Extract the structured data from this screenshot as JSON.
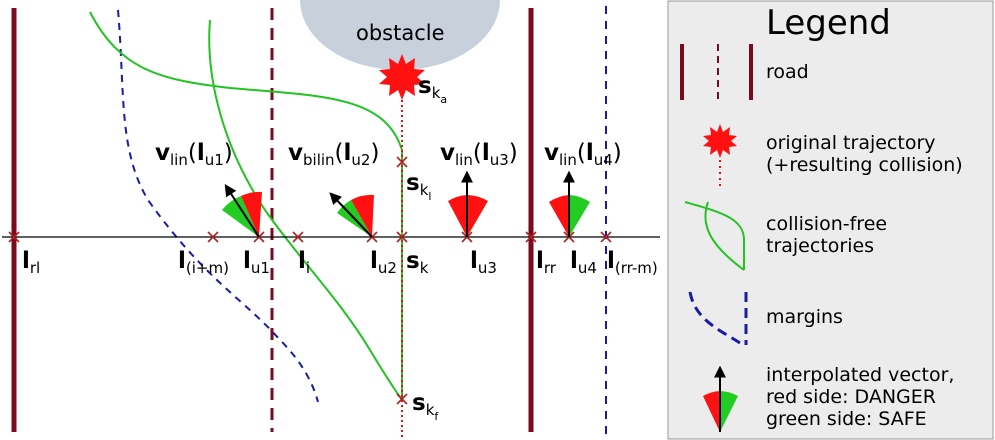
{
  "diagram": {
    "obstacle_label": "obstacle",
    "road_labels": {
      "left": "l",
      "left_sub": "rl",
      "right": "l",
      "right_sub": "rr"
    },
    "points": [
      {
        "id": "s_ka",
        "main": "s",
        "sub": "k",
        "subsub": "a"
      },
      {
        "id": "s_kl",
        "main": "s",
        "sub": "k",
        "subsub": "l"
      },
      {
        "id": "s_kf",
        "main": "s",
        "sub": "k",
        "subsub": "f"
      }
    ],
    "axis_labels": [
      {
        "id": "l_im",
        "main": "l",
        "sub": "(i+m)"
      },
      {
        "id": "l_u1",
        "main": "l",
        "sub": "u1"
      },
      {
        "id": "l_i",
        "main": "l",
        "sub": "i"
      },
      {
        "id": "l_u2",
        "main": "l",
        "sub": "u2"
      },
      {
        "id": "s_k",
        "main": "s",
        "sub": "k"
      },
      {
        "id": "l_u3",
        "main": "l",
        "sub": "u3"
      },
      {
        "id": "l_u4",
        "main": "l",
        "sub": "u4"
      },
      {
        "id": "l_rrm",
        "main": "l",
        "sub": "(rr-m)"
      }
    ],
    "vectors": [
      {
        "id": "v1",
        "v": "v",
        "vsub": "lin",
        "l": "l",
        "lsub": "u1"
      },
      {
        "id": "v2",
        "v": "v",
        "vsub": "bilin",
        "l": "l",
        "lsub": "u2"
      },
      {
        "id": "v3",
        "v": "v",
        "vsub": "lin",
        "l": "l",
        "lsub": "u3"
      },
      {
        "id": "v4",
        "v": "v",
        "vsub": "lin",
        "l": "l",
        "lsub": "u4"
      }
    ]
  },
  "legend": {
    "title": "Legend",
    "items": [
      {
        "id": "road",
        "lines": [
          "road"
        ]
      },
      {
        "id": "original",
        "lines": [
          "original trajectory",
          "(+resulting collision)"
        ]
      },
      {
        "id": "collision_free",
        "lines": [
          "collision-free",
          "trajectories"
        ]
      },
      {
        "id": "margins",
        "lines": [
          "margins"
        ]
      },
      {
        "id": "interpolated",
        "lines": [
          "interpolated vector,",
          "red side: DANGER",
          "green side: SAFE"
        ]
      }
    ]
  },
  "colors": {
    "road": "#7a0a1c",
    "margin": "#1a1aa8",
    "trajectory": "#22c322",
    "danger": "#ff1111",
    "safe": "#22cc22",
    "obstacle": "#c8d0dc",
    "legend_bg": "#ececec"
  }
}
